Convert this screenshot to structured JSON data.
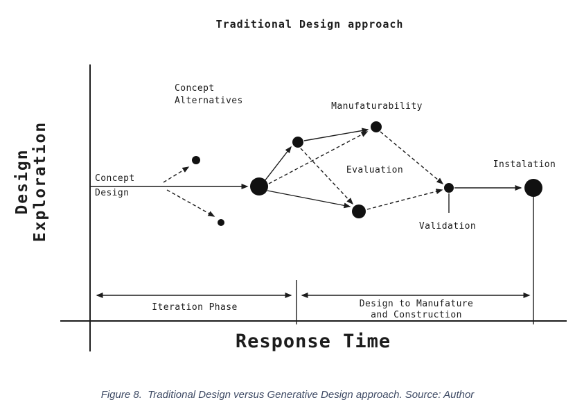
{
  "figure": {
    "title": "Traditional Design approach",
    "y_axis_label": {
      "line1": "Design",
      "line2": "Exploration"
    },
    "x_axis_label": "Response Time",
    "caption": "Figure 8.  Traditional Design versus Generative Design approach. Source: Author"
  },
  "nodes": {
    "concept_design": {
      "line1": "Concept",
      "line2": "Design"
    },
    "concept_alternatives": {
      "line1": "Concept",
      "line2": "Alternatives"
    },
    "manufacturability": "Manufaturability",
    "evaluation": "Evaluation",
    "validation": "Validation",
    "instalation": "Instalation"
  },
  "phases": {
    "iteration": "Iteration Phase",
    "design_to_manufacture": {
      "line1": "Design to Manufature",
      "line2": "and Construction"
    }
  },
  "colors": {
    "ink": "#1c1c1c",
    "caption_text": "#3e4a64"
  }
}
